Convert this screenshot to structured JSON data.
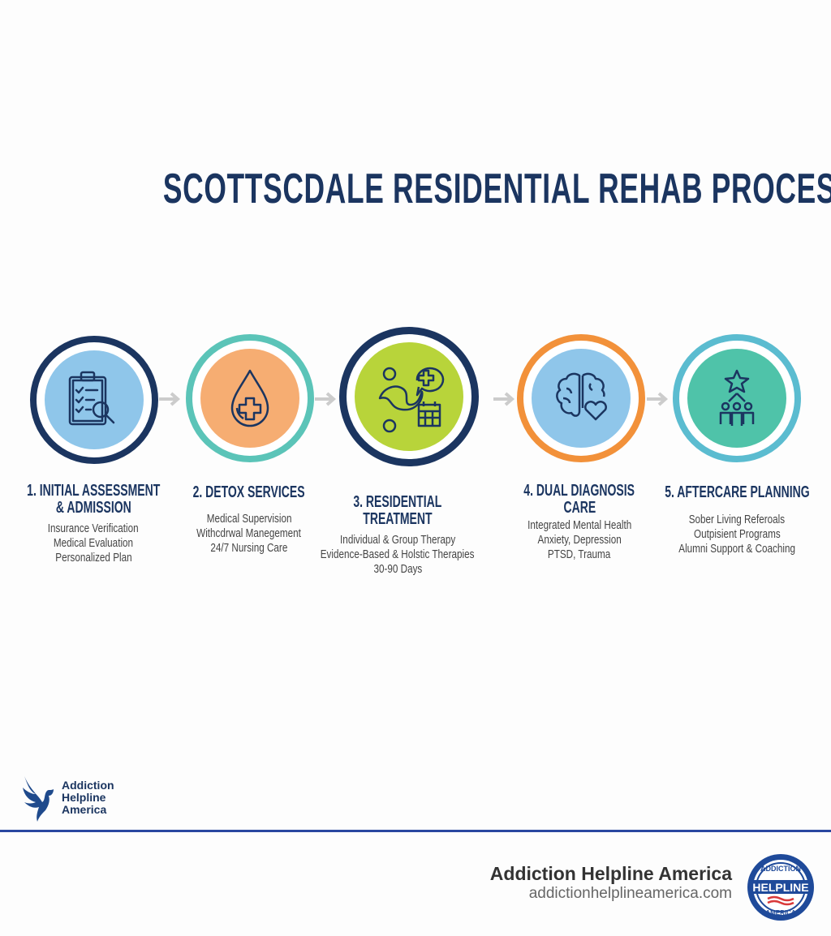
{
  "title": "SCOTTSCDALE RESIDENTIAL REHAB PROCESS",
  "colors": {
    "navy": "#1b3560",
    "light_blue": "#8fc6ea",
    "orange": "#f6ad72",
    "lime": "#b8d43a",
    "teal": "#4fc3a9",
    "ring_teal": "#5bc4b8",
    "ring_orange": "#f2913a",
    "ring_cyan": "#5bbcd0",
    "arrow": "#cccccc"
  },
  "steps": [
    {
      "title_lines": [
        "1. INITIAL ASSESSMENT",
        "& ADMISSION"
      ],
      "items": [
        "Insurance Verification",
        "Medical Evaluation",
        "Personalized Plan"
      ],
      "icon": "clipboard-search-icon"
    },
    {
      "title_lines": [
        "2. DETOX SERVICES"
      ],
      "items": [
        "Medical Supervision",
        "Withcdrwal Manegement",
        "24/7 Nursing Care"
      ],
      "icon": "medical-drop-icon"
    },
    {
      "title_lines": [
        "3. RESIDENTIAL",
        "TREATMENT"
      ],
      "items": [
        "Individual & Group Therapy",
        "Evidence-Based & Holstic Therapies",
        "30-90 Days"
      ],
      "icon": "therapy-people-calendar-icon"
    },
    {
      "title_lines": [
        "4. DUAL DIAGNOSIS",
        "CARE"
      ],
      "items": [
        "Integrated Mental Health",
        "Anxiety, Depression",
        "PTSD, Trauma"
      ],
      "icon": "brain-heart-icon"
    },
    {
      "title_lines": [
        "5. AFTERCARE PLANNING"
      ],
      "items": [
        "Sober Living Referoals",
        "Outpisient Programs",
        "Alumni Support & Coaching"
      ],
      "icon": "star-group-icon"
    }
  ],
  "logo": {
    "lines": [
      "Addiction",
      "Helpline",
      "America"
    ]
  },
  "footer": {
    "brand": "Addiction Helpline America",
    "url": "addictionhelplineamerica.com",
    "seal_top": "ADDICTION",
    "seal_mid": "HELPLINE",
    "seal_bottom": "AMERICA"
  }
}
